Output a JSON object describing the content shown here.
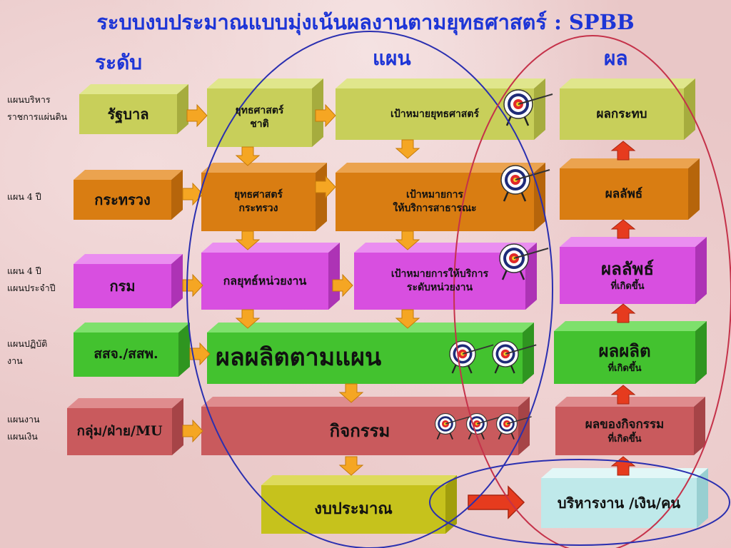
{
  "title": "ระบบงบประมาณแบบมุ่งเน้นผลงานตามยุทธศาสตร์ : SPBB",
  "columns": {
    "level": "ระดับ",
    "plan": "แผน",
    "result": "ผล"
  },
  "row_labels": [
    [
      "แผนบริหาร",
      "ราชการแผ่นดิน"
    ],
    [
      "แผน 4 ปี"
    ],
    [
      "แผน 4 ปี",
      "แผนประจำปี"
    ],
    [
      "แผนปฏิบัติ",
      "งาน"
    ],
    [
      "แผนงาน",
      "แผนเงิน"
    ]
  ],
  "level_boxes": [
    "รัฐบาล",
    "กระทรวง",
    "กรม",
    "สสจ./สสพ.",
    "กลุ่ม/ฝ่าย/MU"
  ],
  "plan_boxes": {
    "strategy_national": [
      "ยุทธศาสตร์",
      "ชาติ"
    ],
    "target_strategy": "เป้าหมายยุทธศาสตร์",
    "strategy_ministry": [
      "ยุทธศาสตร์",
      "กระทรวง"
    ],
    "target_service": [
      "เป้าหมายการ",
      "ให้บริการสาธารณะ"
    ],
    "unit_strategy": "กลยุทธ์หน่วยงาน",
    "target_unit": [
      "เป้าหมายการให้บริการ",
      "ระดับหน่วยงาน"
    ],
    "output_plan": "ผลผลิตตามแผน",
    "activity": "กิจกรรม",
    "budget": "งบประมาณ"
  },
  "result_boxes": {
    "impact": "ผลกระทบ",
    "outcome": "ผลลัพธ์",
    "outcome_occurred": [
      "ผลลัพธ์",
      "ที่เกิดขึ้น"
    ],
    "output_occurred": [
      "ผลผลิต",
      "ที่เกิดขึ้น"
    ],
    "activity_result": [
      "ผลของกิจกรรม",
      "ที่เกิดขึ้น"
    ],
    "management": "บริหารงาน /เงิน/คน"
  },
  "colors": {
    "title": "#1d35d6",
    "ellipse_plan": "#2a2fb0",
    "ellipse_result": "#c5324a",
    "arrow": "#f5a623",
    "result_arrow": "#e63b1e"
  },
  "icons": [
    "target-icon",
    "arrow-right-icon",
    "arrow-down-icon",
    "arrow-up-icon"
  ]
}
